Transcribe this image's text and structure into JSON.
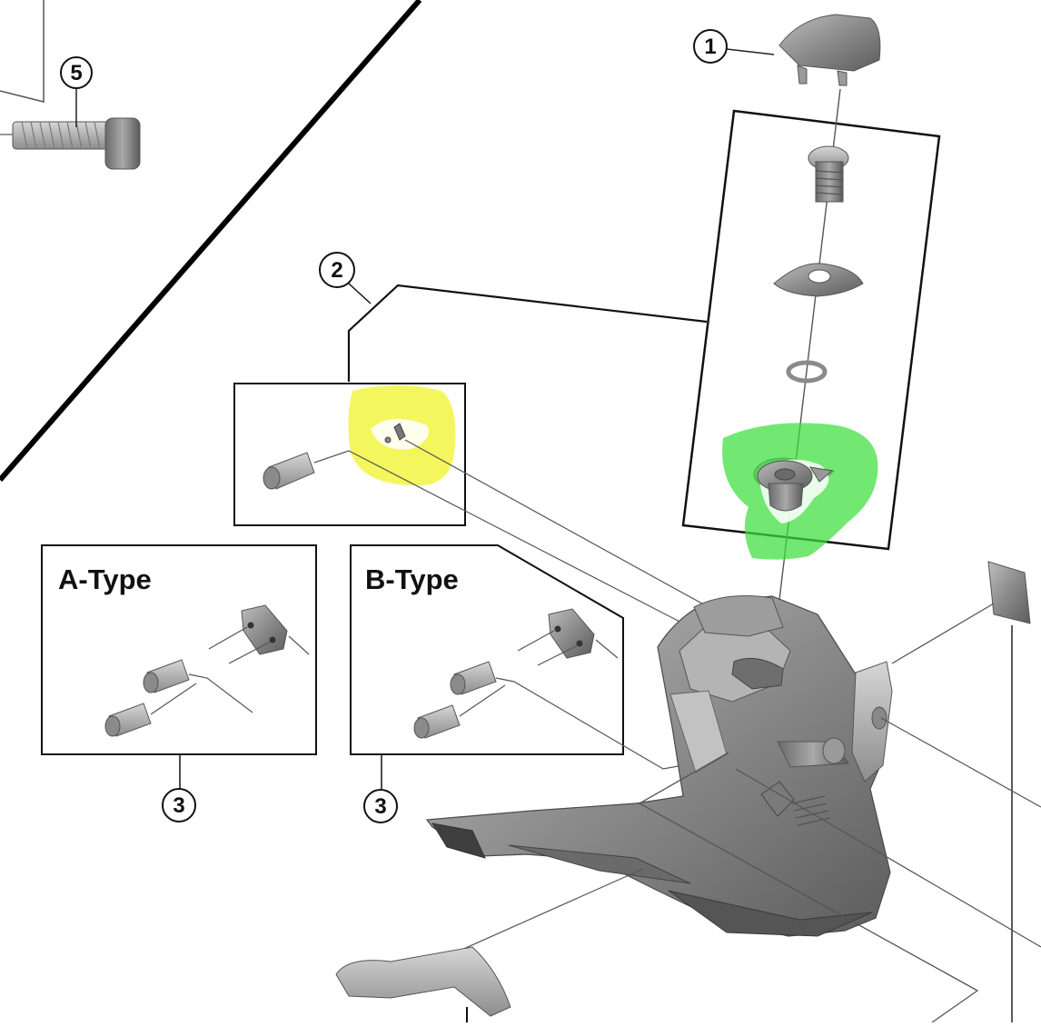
{
  "diagram": {
    "callouts": [
      "1",
      "2",
      "3",
      "3",
      "5"
    ],
    "type_labels": [
      "A-Type",
      "B-Type"
    ]
  }
}
